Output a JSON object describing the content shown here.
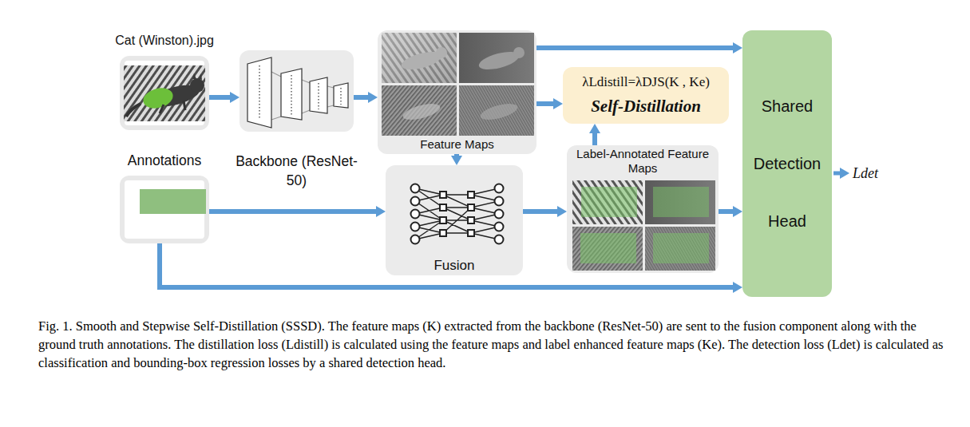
{
  "diagram": {
    "caption": "Fig. 1. Smooth and Stepwise Self-Distillation (SSSD). The feature maps (K) extracted from the backbone (ResNet-50) are sent to the fusion component along with the ground truth annotations. The distillation loss (Ldistill) is calculated using the feature maps and label enhanced feature maps (Ke). The detection loss (Ldet) is calculated as classification and bounding-box regression losses by a shared detection head.",
    "nodes": [
      {
        "text": [
          "Cat (Winston).jpg"
        ]
      },
      {
        "text": [
          "Backbone (ResNet-50)"
        ]
      },
      {
        "text": [
          "Feature Maps"
        ]
      },
      {
        "text": [
          "λLdistill=λDJS(K , Ke)",
          "Self-Distillation"
        ]
      },
      {
        "text": [
          "Shared Detection Head"
        ]
      },
      {
        "text": [
          "Annotations"
        ]
      },
      {
        "text": [
          "Fusion"
        ]
      },
      {
        "text": [
          "Label-Annotated Feature Maps"
        ]
      }
    ],
    "edges": [
      {
        "from": 0,
        "to": 1,
        "arrow": "to"
      },
      {
        "from": 1,
        "to": 2,
        "arrow": "to"
      },
      {
        "from": 2,
        "to": 4,
        "arrow": "to"
      },
      {
        "from": 2,
        "to": 3,
        "arrow": "to"
      },
      {
        "from": 2,
        "to": 6,
        "arrow": "to"
      },
      {
        "from": 5,
        "to": 6,
        "arrow": "to"
      },
      {
        "from": 6,
        "to": 7,
        "arrow": "to"
      },
      {
        "from": 7,
        "to": 3,
        "arrow": "to"
      },
      {
        "from": 7,
        "to": 4,
        "arrow": "to"
      },
      {
        "from": 5,
        "to": 4,
        "arrow": "to"
      }
    ],
    "labels": [
      "Ldet"
    ]
  }
}
